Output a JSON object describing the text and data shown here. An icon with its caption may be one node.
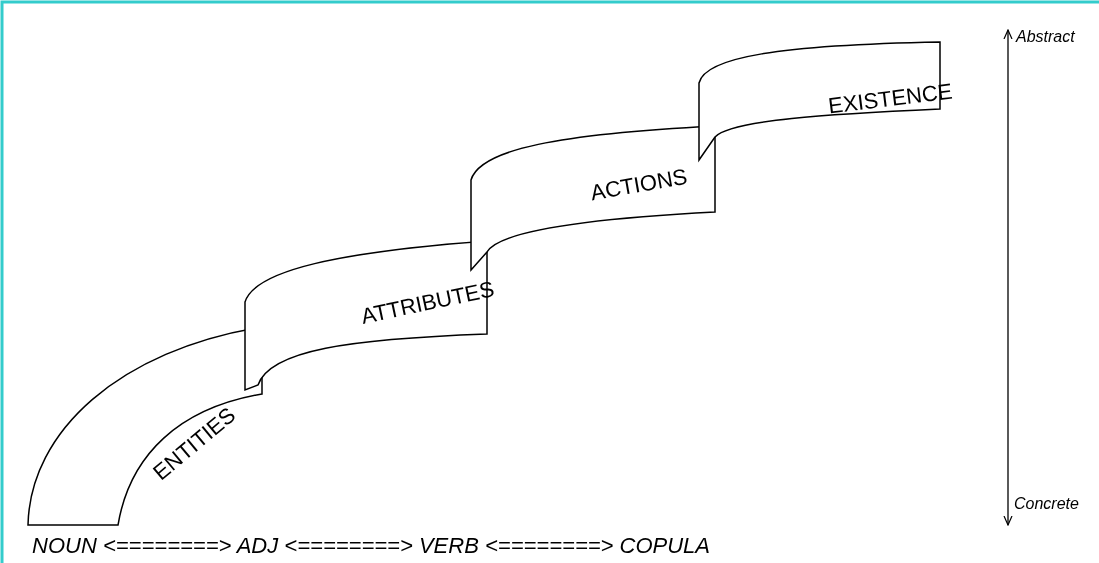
{
  "diagram": {
    "nodes": [
      {
        "text": [
          "ENTITIES"
        ]
      },
      {
        "text": [
          "ATTRIBUTES"
        ]
      },
      {
        "text": [
          "ACTIONS"
        ]
      },
      {
        "text": [
          "EXISTENCE"
        ]
      }
    ],
    "labels": [
      "Abstract",
      "Concrete",
      "NOUN <========> ADJ <========> VERB <========> COPULA"
    ]
  }
}
